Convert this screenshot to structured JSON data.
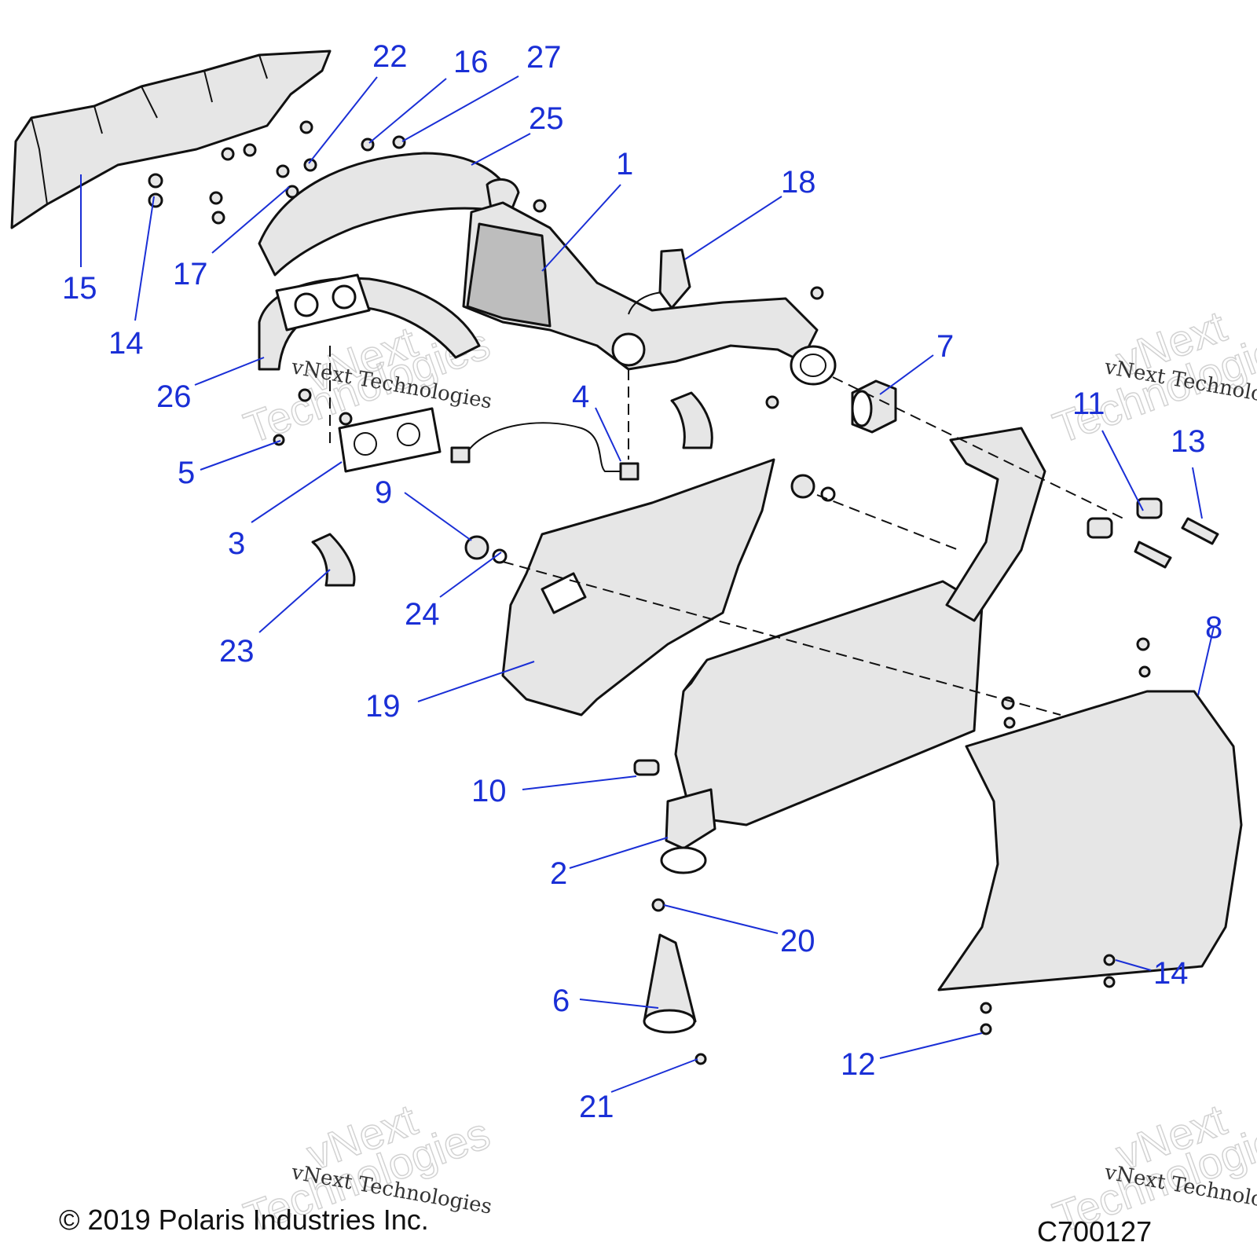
{
  "callouts": {
    "c1": "1",
    "c2": "2",
    "c3": "3",
    "c4": "4",
    "c5": "5",
    "c6": "6",
    "c7": "7",
    "c8": "8",
    "c9": "9",
    "c10": "10",
    "c11": "11",
    "c12": "12",
    "c13": "13",
    "c14a": "14",
    "c14b": "14",
    "c15": "15",
    "c16": "16",
    "c17": "17",
    "c18": "18",
    "c19": "19",
    "c20": "20",
    "c21": "21",
    "c22": "22",
    "c23": "23",
    "c24": "24",
    "c25": "25",
    "c26": "26",
    "c27": "27"
  },
  "watermark": {
    "brand_line1": "vNext",
    "brand_line2": "Technologies",
    "caption": "vNext Technologies"
  },
  "footer": {
    "copyright": "© 2019 Polaris Industries Inc.",
    "diagram_code": "C700127"
  },
  "colors": {
    "callout": "#1a2fd6",
    "part_fill": "#e6e6e6",
    "line": "#111111"
  }
}
